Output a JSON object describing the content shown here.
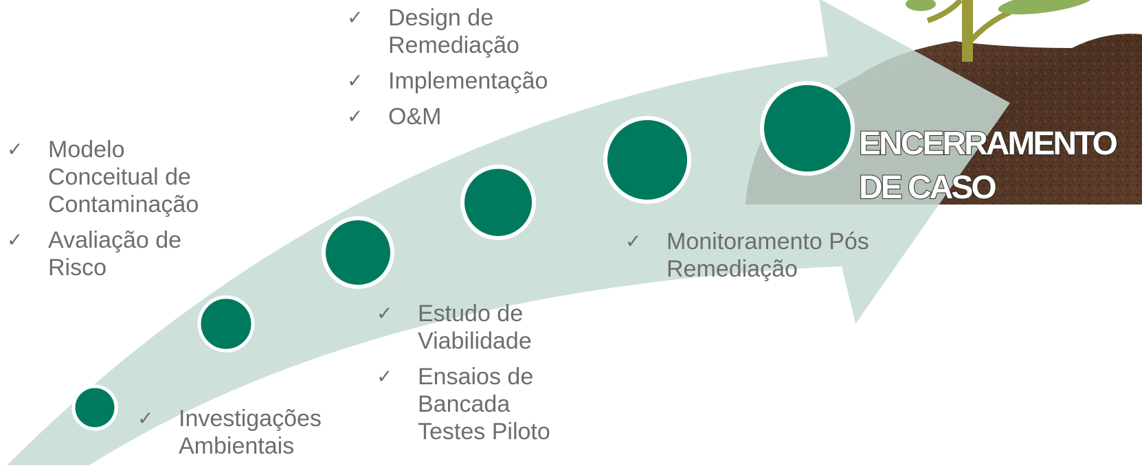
{
  "colors": {
    "arrow": "#c6dbd4",
    "node": "#007a5e",
    "node_ring": "#ffffff",
    "text": "#6d6d6d",
    "check": "#6d6d6d"
  },
  "icons": {
    "check": "check-icon",
    "photo": "seedling-in-soil-photo"
  },
  "check_glyph": "✓",
  "steps": [
    {
      "id": "step-1",
      "items": [
        "Investigações Ambientais"
      ]
    },
    {
      "id": "step-2",
      "items": [
        "Modelo Conceitual de Contaminação",
        "Avaliação de Risco"
      ]
    },
    {
      "id": "step-3",
      "items": [
        "Estudo de Viabilidade",
        "Ensaios de Bancada Testes Piloto"
      ]
    },
    {
      "id": "step-4",
      "items": [
        "Design de Remediação",
        "Implementação",
        "O&M"
      ]
    },
    {
      "id": "step-5",
      "items": [
        "Monitoramento Pós Remediação"
      ]
    },
    {
      "id": "step-6",
      "label": "ENCERRAMENTO DE CASO"
    }
  ]
}
